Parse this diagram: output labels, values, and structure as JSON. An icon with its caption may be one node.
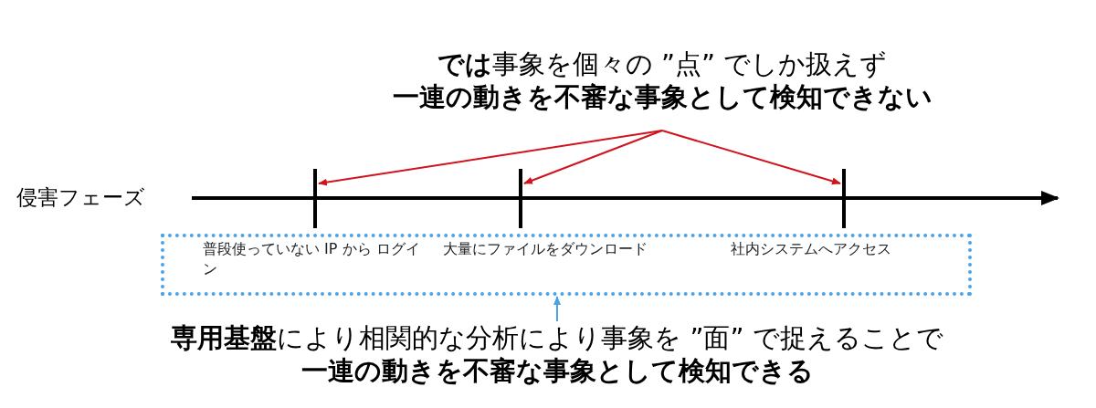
{
  "diagram": {
    "nodes": [
      {
        "text": [
          "**では**事象を個々の ”点” でしか扱えず",
          "一連の動きを不審な事象として検知できない"
        ]
      },
      {
        "text": [],
        "shape": "bar"
      },
      {
        "text": [],
        "shape": "bar"
      },
      {
        "text": [],
        "shape": "bar"
      },
      {
        "text": [],
        "shape": "box"
      },
      {
        "text": [
          "普段使っていない IP から ログイン"
        ],
        "in": 4
      },
      {
        "text": [
          "大量にファイルをダウンロード"
        ],
        "in": 4
      },
      {
        "text": [
          "社内システムへアクセス"
        ],
        "in": 4
      },
      {
        "text": [
          "**専用基盤**により相関的な分析により事象を ”面” で捉えることで",
          "一連の動きを不審な事象として検知できる"
        ]
      }
    ],
    "edges": [
      {
        "from": 0,
        "to": 1,
        "arrow": "to",
        "color": "#d0141e"
      },
      {
        "from": 0,
        "to": 2,
        "arrow": "to",
        "color": "#d0141e"
      },
      {
        "from": 0,
        "to": 3,
        "arrow": "to",
        "color": "#d0141e"
      },
      {
        "from": 8,
        "to": 4,
        "arrow": "to",
        "color": "#4aa3e8"
      }
    ],
    "labels": [
      "侵害フェーズ"
    ]
  }
}
